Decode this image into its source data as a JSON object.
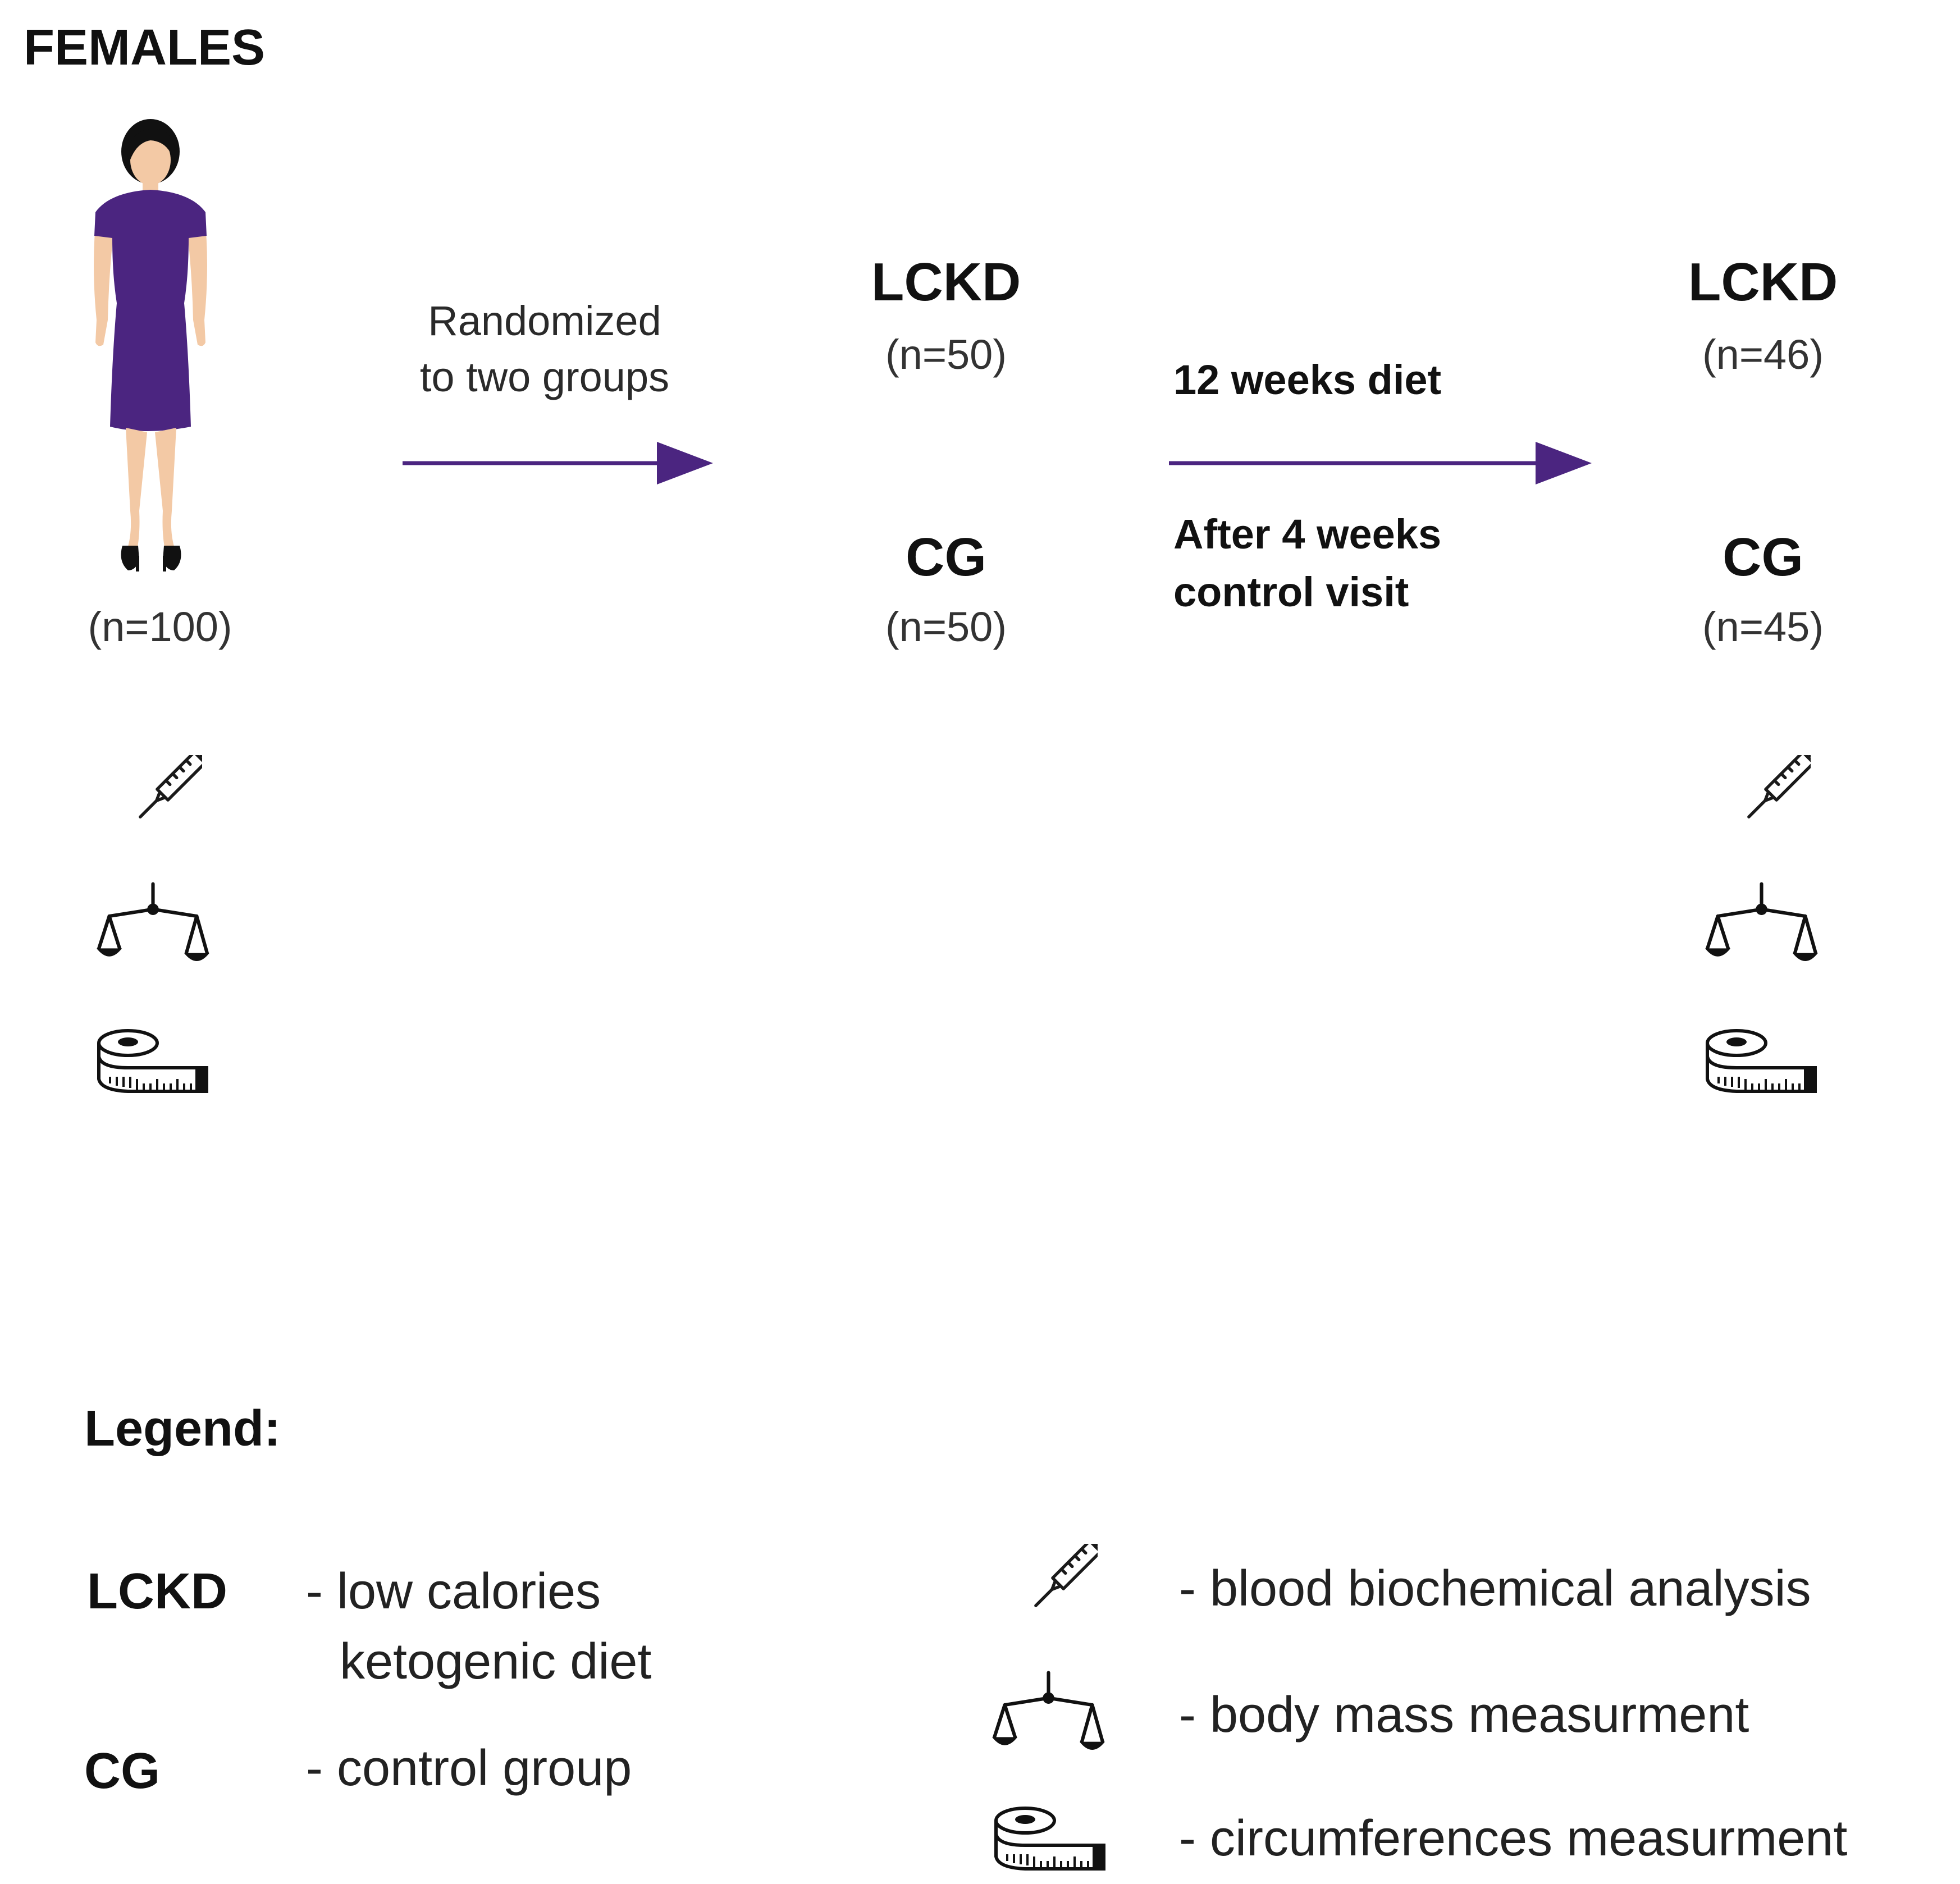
{
  "title": "FEMALES",
  "start": {
    "n": "(n=100)"
  },
  "step1": {
    "line1": "Randomized",
    "line2": "to two groups"
  },
  "after_randomization": {
    "lckd": {
      "name": "LCKD",
      "n": "(n=50)"
    },
    "cg": {
      "name": "CG",
      "n": "(n=50)"
    }
  },
  "step2": {
    "above": "12 weeks diet",
    "below_line1": "After 4 weeks",
    "below_line2": "control visit"
  },
  "final": {
    "lckd": {
      "name": "LCKD",
      "n": "(n=46)"
    },
    "cg": {
      "name": "CG",
      "n": "(n=45)"
    }
  },
  "measurement_icons": [
    "syringe-icon",
    "balance-scale-icon",
    "measuring-tape-icon"
  ],
  "legend": {
    "heading": "Legend:",
    "terms": [
      {
        "term": "LCKD",
        "desc_line1": "- low calories",
        "desc_line2": "ketogenic diet"
      },
      {
        "term": "CG",
        "desc_line1": "- control group"
      }
    ],
    "icons": [
      {
        "icon": "syringe-icon",
        "desc": "- blood biochemical analysis"
      },
      {
        "icon": "balance-scale-icon",
        "desc": "- body mass measurment"
      },
      {
        "icon": "measuring-tape-icon",
        "desc": "- circumferences measurment"
      }
    ]
  },
  "colors": {
    "accent": "#4b2580",
    "dress": "#4b2580",
    "skin": "#f3c9a5",
    "text": "#111111"
  }
}
